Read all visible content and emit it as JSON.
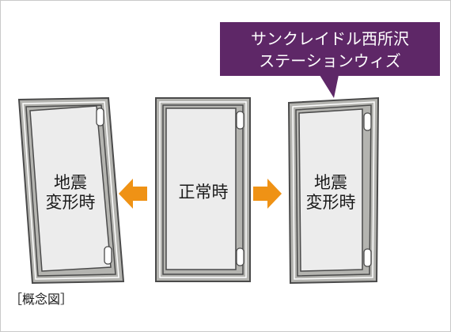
{
  "doors": {
    "left": {
      "label_lines": [
        "地震",
        "変形時"
      ]
    },
    "center": {
      "label_lines": [
        "正常時"
      ]
    },
    "right": {
      "label_lines": [
        "地震",
        "変形時"
      ]
    }
  },
  "callout": {
    "lines": [
      "サンクレイドル西所沢",
      "ステーションウィズ"
    ]
  },
  "caption": "［概念図］",
  "colors": {
    "frame_outer": "#4a4a4a",
    "frame_fill": "#b4b4b0",
    "frame_inner_line": "#ffffff",
    "door_panel": "#ececec",
    "arrow": "#ef9215",
    "callout_bg": "#5e2767",
    "border": "#c9c9c9"
  },
  "icons": {
    "arrow_left": "arrow-left-icon",
    "arrow_right": "arrow-right-icon",
    "hinge": "hinge-icon"
  }
}
